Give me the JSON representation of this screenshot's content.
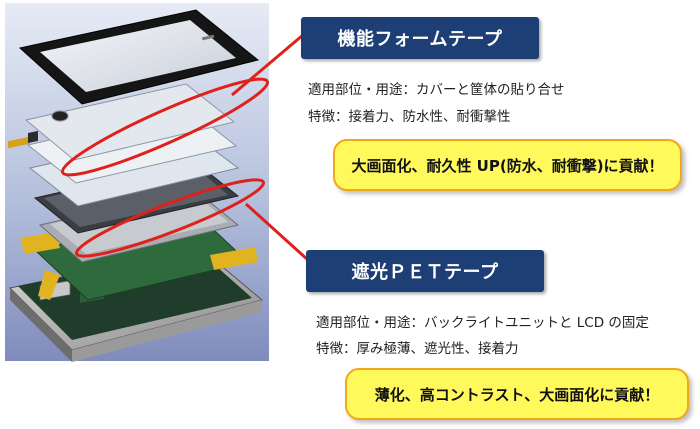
{
  "sections": [
    {
      "title": "機能フォームテープ",
      "lines": [
        "適用部位・用途：カバーと筐体の貼り合せ",
        "特徴：接着力、防水性、耐衝撃性"
      ],
      "callout": "大画面化、耐久性 UP(防水、耐衝撃)に貢献！"
    },
    {
      "title": "遮光ＰＥＴテープ",
      "lines": [
        "適用部位・用途：バックライトユニットと LCD の固定",
        "特徴：厚み極薄、遮光性、接着力"
      ],
      "callout": "薄化、高コントラスト、大画面化に貢献！"
    }
  ],
  "colors": {
    "header_bg": "#1e3f75",
    "callout_bg": "#fff95c",
    "callout_border": "#f0a81a",
    "highlight": "#e0201a"
  }
}
